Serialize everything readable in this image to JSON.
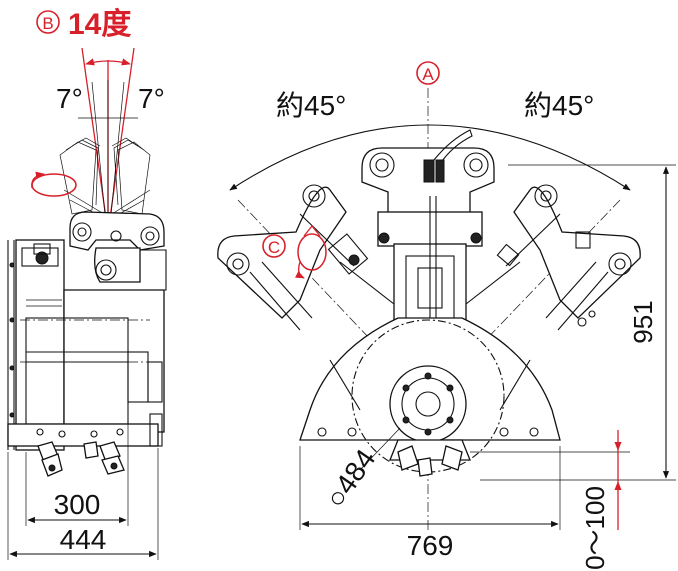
{
  "marks": {
    "a": "A",
    "b": "B",
    "c": "C"
  },
  "labels": {
    "tilt_angle": "14度",
    "left_tilt": "7°",
    "right_tilt": "7°",
    "left_rotation": "約45°",
    "right_rotation": "約45°"
  },
  "dimensions": {
    "inner_width": "300",
    "outer_width": "444",
    "overall_height": "951",
    "rotator_diameter": "○484",
    "jaw_width": "769",
    "travel": "0〜100"
  },
  "colors": {
    "line": "#111111",
    "accent": "#d8202a"
  }
}
